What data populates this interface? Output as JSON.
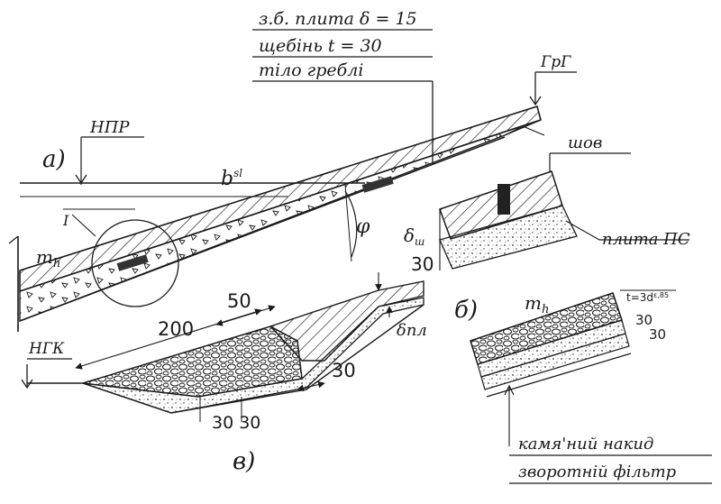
{
  "top_labels": {
    "slab": "з.б. плита δ = 15",
    "crushed_stone": "щебінь t = 30",
    "dam_body": "тіло греблі"
  },
  "crest_label": "ГрГ",
  "npr_label": "НПР",
  "ngk_label": "НГК",
  "joint_label": "шов",
  "slab_ps_label": "плита ПС",
  "part_a": "а)",
  "part_b": "б)",
  "part_v": "в)",
  "bsl_label": "b",
  "bsl_sup": "sl",
  "phi_label": "φ",
  "detail_label": "I",
  "mh_label": "m",
  "mh_sub": "h",
  "delta_sh_label": "δ",
  "delta_sh_sub": "ш",
  "delta_pl_label": "δпл",
  "t_label": "t=3d",
  "t_sub": "ε,85",
  "dims": {
    "d200": "200",
    "d50": "50",
    "d30_a": "30",
    "d30_b": "30",
    "d3030": "30 30",
    "d30_v1": "30",
    "d30_v2": "30"
  },
  "legend_b": {
    "rock_fill": "камя'ний накид",
    "reverse_filter": "зворотній фільтр"
  }
}
